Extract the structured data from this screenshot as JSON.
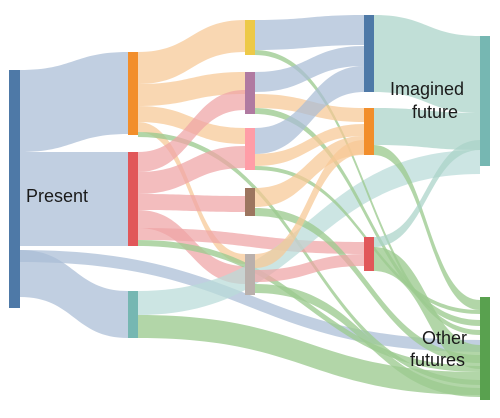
{
  "diagram": {
    "type": "sankey",
    "labels": {
      "present": "Present",
      "imagined_future_line1": "Imagined",
      "imagined_future_line2": "future",
      "other_futures_line1": "Other",
      "other_futures_line2": "futures"
    },
    "nodes": [
      {
        "id": "present",
        "color": "#4E79A7"
      },
      {
        "id": "c1a",
        "color": "#F28E2B"
      },
      {
        "id": "c1b",
        "color": "#E15759"
      },
      {
        "id": "c1c",
        "color": "#76B7B2"
      },
      {
        "id": "c2a",
        "color": "#EDC948"
      },
      {
        "id": "c2b",
        "color": "#B07AA1"
      },
      {
        "id": "c2c",
        "color": "#FF9DA7"
      },
      {
        "id": "c2d",
        "color": "#9C755F"
      },
      {
        "id": "c2e",
        "color": "#BAB0AC"
      },
      {
        "id": "c3a",
        "color": "#4E79A7"
      },
      {
        "id": "c3b",
        "color": "#F28E2B"
      },
      {
        "id": "c3c",
        "color": "#E15759"
      },
      {
        "id": "imagined",
        "color": "#76B7B2"
      },
      {
        "id": "other",
        "color": "#59A14F"
      }
    ],
    "link_colors": {
      "present": "#A9BDD5",
      "c1a": "#F7C894",
      "c1b": "#EFA3A5",
      "c1c": "#B9DBD8",
      "c2": "#A9BDD5",
      "c3": "#A9D3C8",
      "green": "#9CCB8F"
    }
  }
}
